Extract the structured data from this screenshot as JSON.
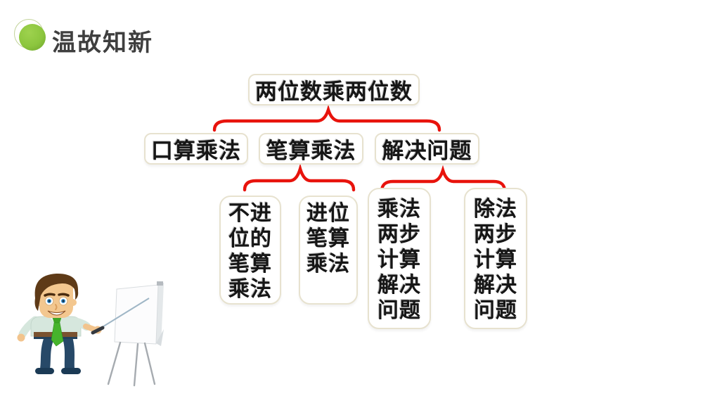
{
  "slide": {
    "header": {
      "title": "温故知新",
      "bullet_color": "#8cc63e",
      "title_color": "#3f3f3f"
    },
    "diagram": {
      "accent_color": "#e8130c",
      "box_border_color": "#e7e2cf",
      "root": {
        "label": "两位数乘两位数"
      },
      "level2": [
        {
          "label": "口算乘法"
        },
        {
          "label": "笔算乘法"
        },
        {
          "label": "解决问题"
        }
      ],
      "level3": [
        {
          "label": "不进位的笔算乘法",
          "lines": [
            "不进",
            "位的",
            "笔算",
            "乘法"
          ]
        },
        {
          "label": "进位笔算乘法",
          "lines": [
            "进位",
            "笔算",
            "乘法"
          ]
        },
        {
          "label": "乘法两步计算解决问题",
          "lines": [
            "乘法",
            "两步",
            "计算",
            "解决",
            "问题"
          ]
        },
        {
          "label": "除法两步计算解决问题",
          "lines": [
            "除法",
            "两步",
            "计算",
            "解决",
            "问题"
          ]
        }
      ]
    },
    "illustration": {
      "description": "presenter-with-flipchart"
    }
  }
}
